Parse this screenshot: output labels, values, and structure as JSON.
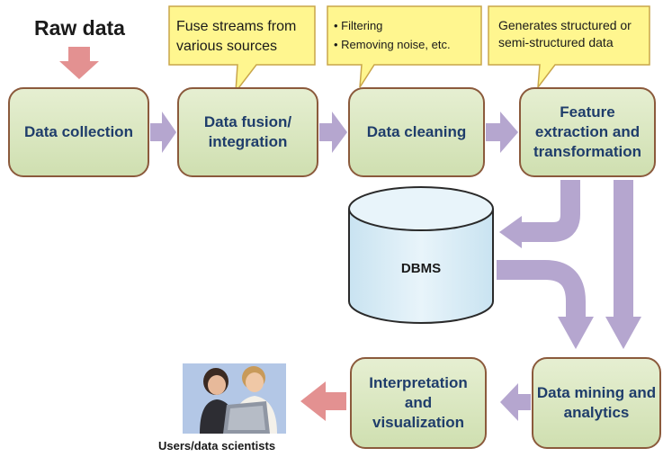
{
  "raw_label": "Raw data",
  "callouts": {
    "fusion": "Fuse streams from\nvarious sources",
    "cleaning_items": [
      "Filtering",
      "Removing noise, etc."
    ],
    "feature": "Generates structured or\nsemi-structured data"
  },
  "stages": {
    "collection": "Data collection",
    "fusion": "Data fusion/\nintegration",
    "cleaning": "Data cleaning",
    "feature": "Feature\nextraction and\ntransformation",
    "mining": "Data mining and\nanalytics",
    "interpretation": "Interpretation\nand\nvisualization"
  },
  "database_label": "DBMS",
  "users_label": "Users/data scientists",
  "icons": [
    "users-illustration-icon"
  ],
  "colors": {
    "stage_fill": "#dce8c3",
    "stage_border": "#8b5a3c",
    "callout_fill": "#fff68f",
    "callout_border": "#c9a64a",
    "flow_arrow": "#b5a6cf",
    "pink_arrow": "#e39191",
    "database_fill": "#dbeef7"
  }
}
